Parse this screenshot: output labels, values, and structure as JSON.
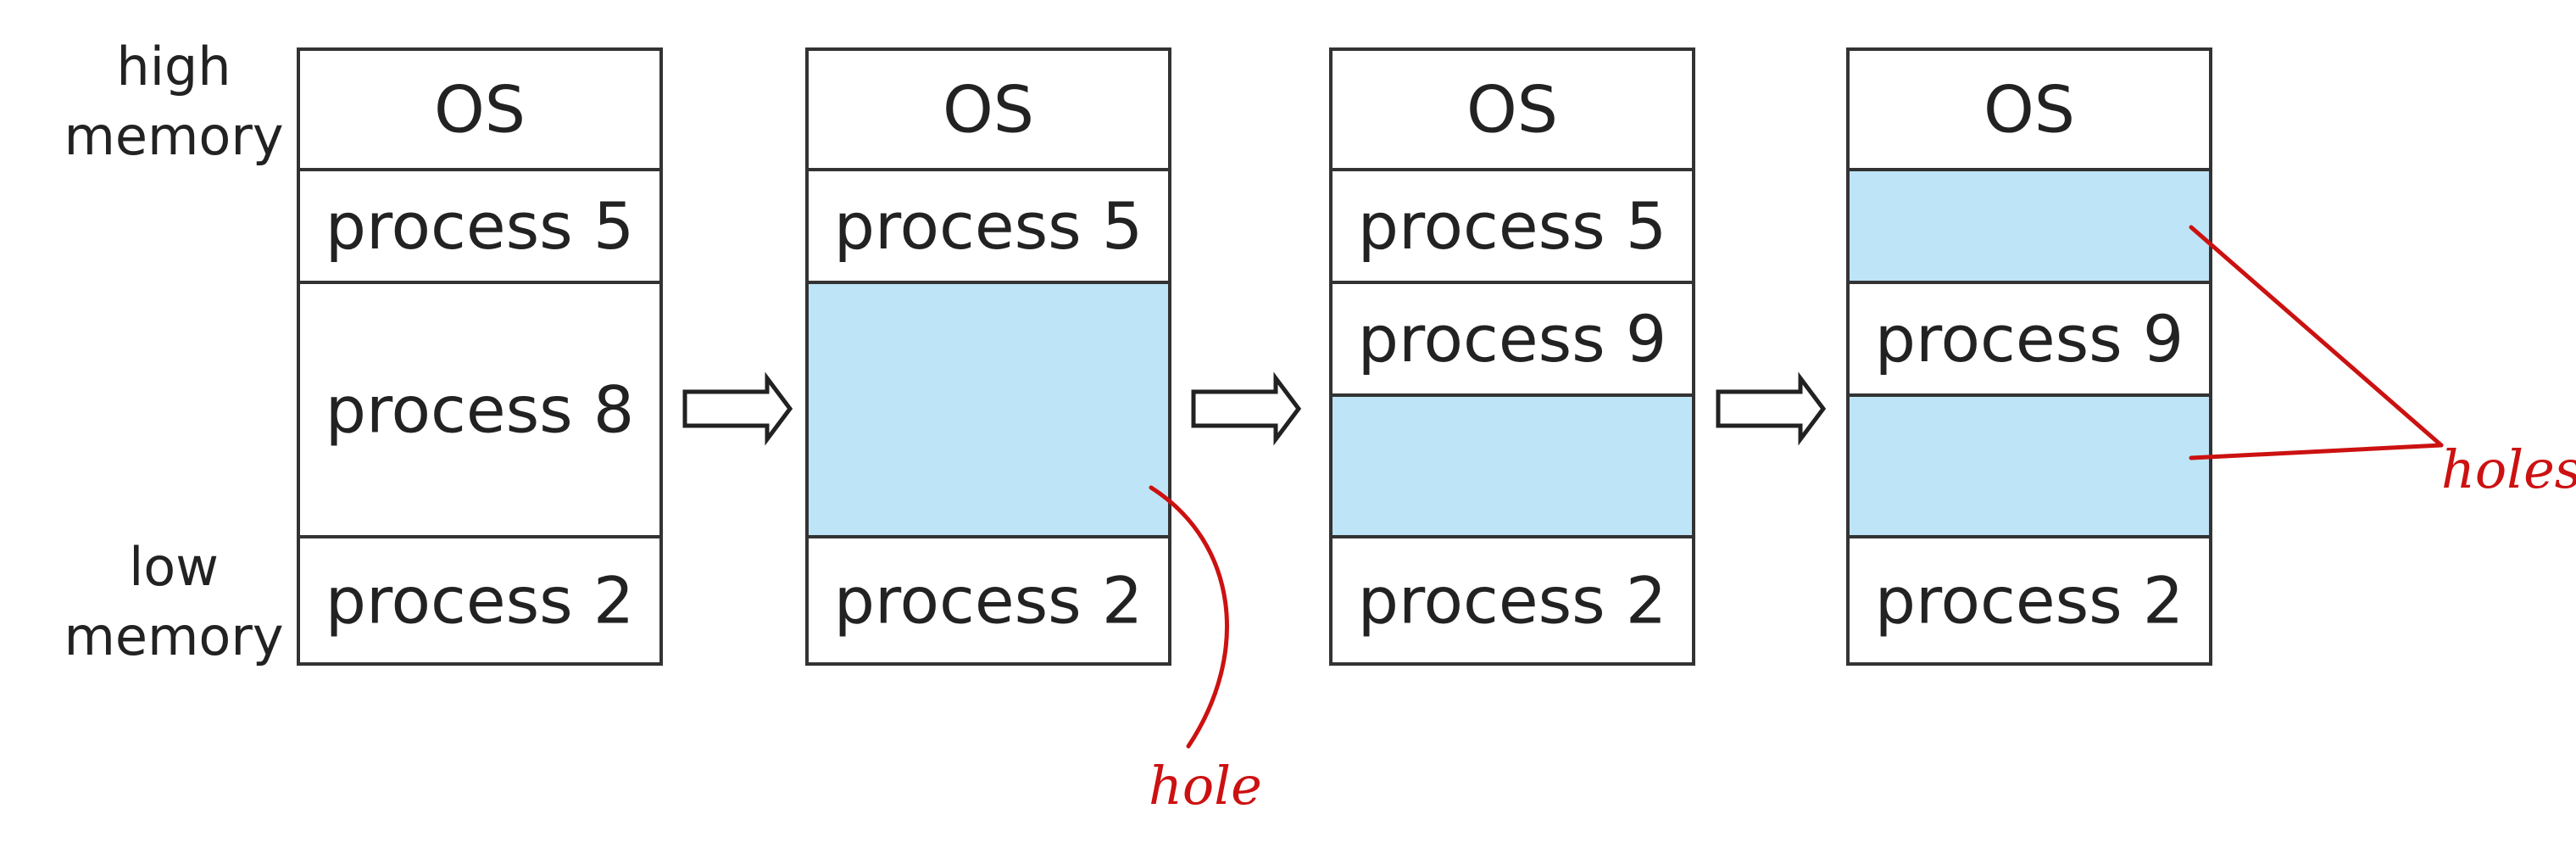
{
  "labels": {
    "high_memory": [
      "high",
      "memory"
    ],
    "low_memory": [
      "low",
      "memory"
    ],
    "hole_single": "hole",
    "holes_plural": "holes"
  },
  "colors": {
    "hole_fill": "#bde4f7",
    "border": "#333333",
    "annotation": "#cc1111"
  },
  "columns": [
    {
      "segments": [
        {
          "label": "OS",
          "kind": "process"
        },
        {
          "label": "process 5",
          "kind": "process"
        },
        {
          "label": "process 8",
          "kind": "process"
        },
        {
          "label": "process 2",
          "kind": "process"
        }
      ]
    },
    {
      "segments": [
        {
          "label": "OS",
          "kind": "process"
        },
        {
          "label": "process 5",
          "kind": "process"
        },
        {
          "label": "",
          "kind": "hole"
        },
        {
          "label": "process 2",
          "kind": "process"
        }
      ]
    },
    {
      "segments": [
        {
          "label": "OS",
          "kind": "process"
        },
        {
          "label": "process 5",
          "kind": "process"
        },
        {
          "label": "process 9",
          "kind": "process"
        },
        {
          "label": "",
          "kind": "hole"
        },
        {
          "label": "process 2",
          "kind": "process"
        }
      ]
    },
    {
      "segments": [
        {
          "label": "OS",
          "kind": "process"
        },
        {
          "label": "",
          "kind": "hole"
        },
        {
          "label": "process 9",
          "kind": "process"
        },
        {
          "label": "",
          "kind": "hole"
        },
        {
          "label": "process 2",
          "kind": "process"
        }
      ]
    }
  ]
}
